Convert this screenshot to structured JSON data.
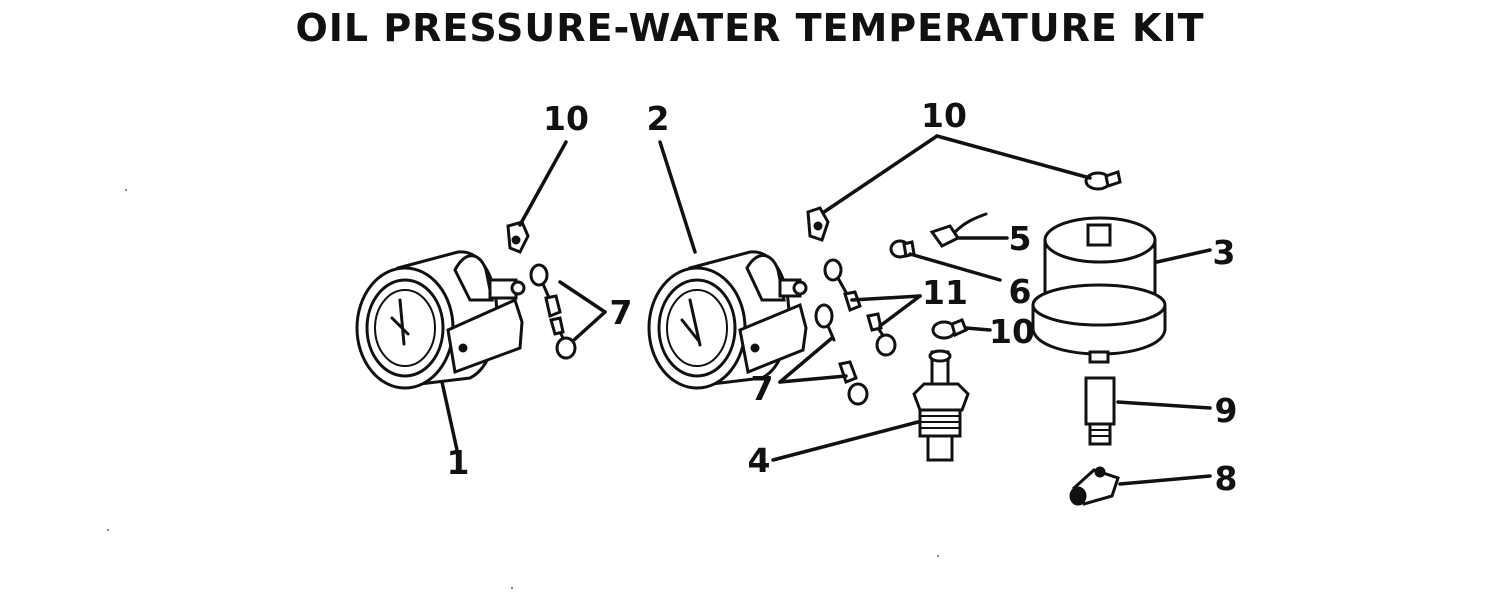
{
  "title": "OIL PRESSURE-WATER TEMPERATURE KIT",
  "callouts": [
    {
      "id": "c1",
      "label": "1"
    },
    {
      "id": "c2",
      "label": "2"
    },
    {
      "id": "c3",
      "label": "3"
    },
    {
      "id": "c4",
      "label": "4"
    },
    {
      "id": "c5",
      "label": "5"
    },
    {
      "id": "c6",
      "label": "6"
    },
    {
      "id": "c7a",
      "label": "7"
    },
    {
      "id": "c7b",
      "label": "7"
    },
    {
      "id": "c8",
      "label": "8"
    },
    {
      "id": "c9",
      "label": "9"
    },
    {
      "id": "c10a",
      "label": "10"
    },
    {
      "id": "c10b",
      "label": "10"
    },
    {
      "id": "c10c",
      "label": "10"
    },
    {
      "id": "c11",
      "label": "11"
    }
  ]
}
